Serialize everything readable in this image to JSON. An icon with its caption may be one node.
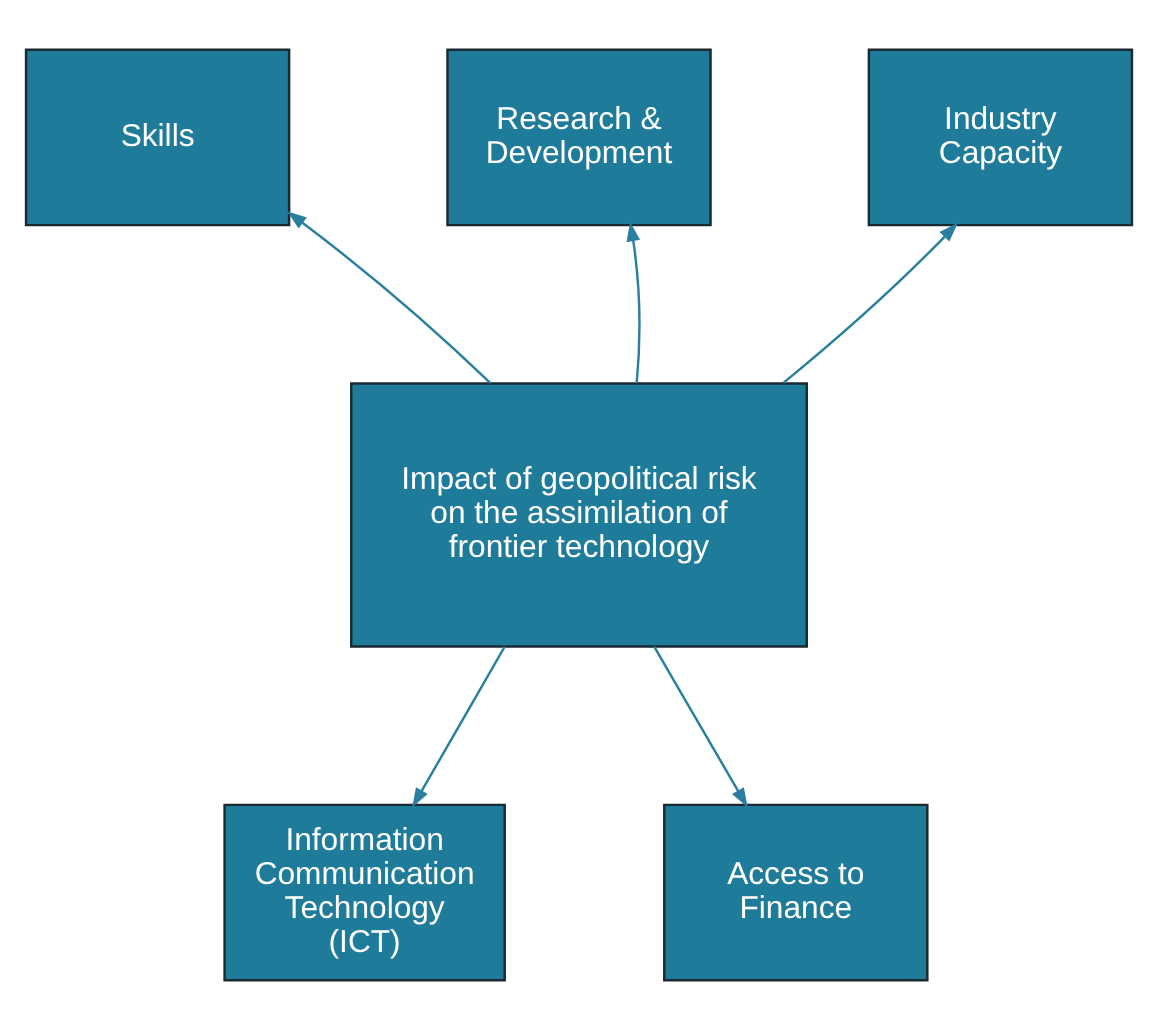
{
  "diagram": {
    "nodes": [
      {
        "text": [
          "Impact of geopolitical risk on the assimilation of frontier technology"
        ]
      },
      {
        "text": [
          "Skills"
        ]
      },
      {
        "text": [
          "Research & Development"
        ]
      },
      {
        "text": [
          "Industry Capacity"
        ]
      },
      {
        "text": [
          "Information Communication Technology (ICT)"
        ]
      },
      {
        "text": [
          "Access to Finance"
        ]
      }
    ],
    "edges": [
      {
        "from": 0,
        "to": 1,
        "arrow": "to"
      },
      {
        "from": 0,
        "to": 2,
        "arrow": "to"
      },
      {
        "from": 0,
        "to": 3,
        "arrow": "to"
      },
      {
        "from": 0,
        "to": 4,
        "arrow": "to"
      },
      {
        "from": 0,
        "to": 5,
        "arrow": "to"
      }
    ]
  }
}
